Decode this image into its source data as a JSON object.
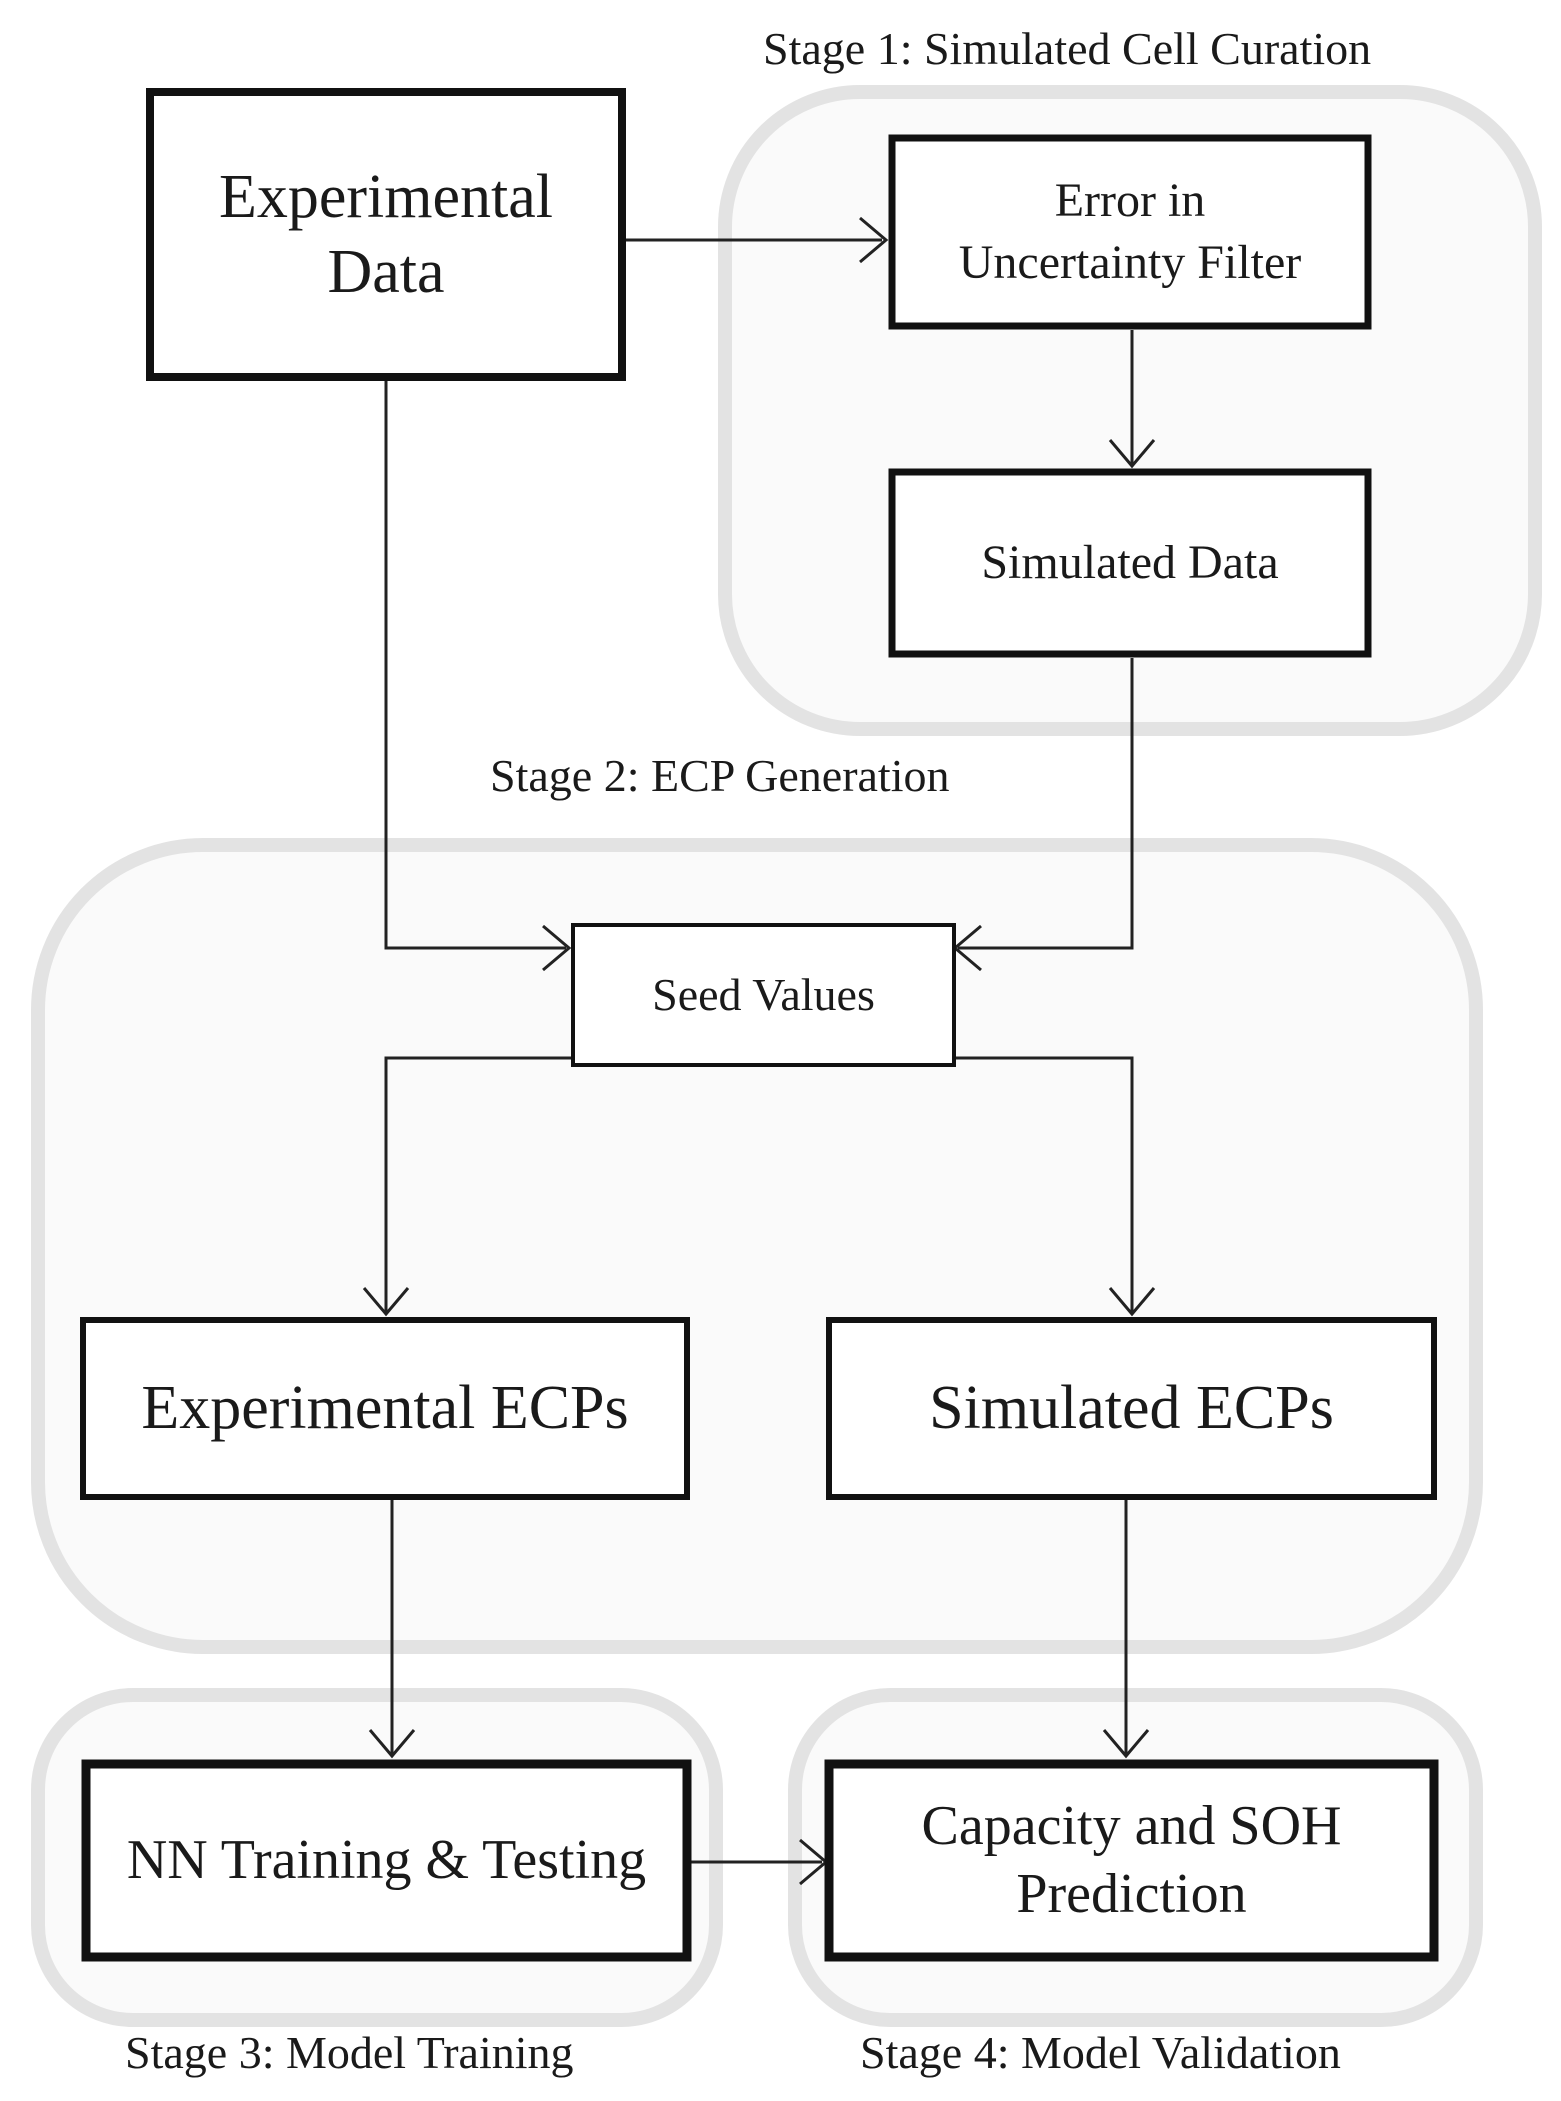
{
  "stages": [
    {
      "id": "stage1",
      "label": "Stage 1: Simulated Cell Curation"
    },
    {
      "id": "stage2",
      "label": "Stage 2: ECP Generation"
    },
    {
      "id": "stage3",
      "label": "Stage 3: Model Training"
    },
    {
      "id": "stage4",
      "label": "Stage 4: Model Validation"
    }
  ],
  "nodes": {
    "experimental_data": "Experimental\nData",
    "error_filter": "Error in\nUncertainty Filter",
    "simulated_data": "Simulated Data",
    "seed_values": "Seed Values",
    "experimental_ecps": "Experimental ECPs",
    "simulated_ecps": "Simulated ECPs",
    "nn_training": "NN Training & Testing",
    "capacity_prediction": "Capacity and SOH\nPrediction"
  },
  "edges": [
    {
      "from": "experimental_data",
      "to": "error_filter"
    },
    {
      "from": "error_filter",
      "to": "simulated_data"
    },
    {
      "from": "experimental_data",
      "to": "seed_values"
    },
    {
      "from": "simulated_data",
      "to": "seed_values"
    },
    {
      "from": "seed_values",
      "to": "experimental_ecps"
    },
    {
      "from": "seed_values",
      "to": "simulated_ecps"
    },
    {
      "from": "experimental_ecps",
      "to": "nn_training"
    },
    {
      "from": "simulated_ecps",
      "to": "capacity_prediction"
    },
    {
      "from": "nn_training",
      "to": "capacity_prediction"
    }
  ]
}
